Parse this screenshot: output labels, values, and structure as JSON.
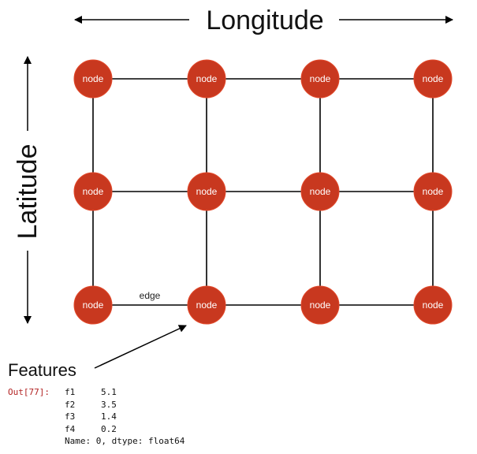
{
  "axes": {
    "x_title": "Longitude",
    "y_title": "Latitude"
  },
  "grid": {
    "rows": 3,
    "cols": 4,
    "node_label": "node",
    "edge_label": "edge"
  },
  "features": {
    "label": "Features"
  },
  "output": {
    "prompt": "Out[77]:",
    "rows": [
      {
        "key": "f1",
        "value": "5.1"
      },
      {
        "key": "f2",
        "value": "3.5"
      },
      {
        "key": "f3",
        "value": "1.4"
      },
      {
        "key": "f4",
        "value": "0.2"
      }
    ],
    "footer": "Name: 0, dtype: float64"
  },
  "colors": {
    "node_fill": "#c8381f",
    "node_stroke": "#e24a2c",
    "prompt": "#b22222",
    "line": "#000000"
  }
}
